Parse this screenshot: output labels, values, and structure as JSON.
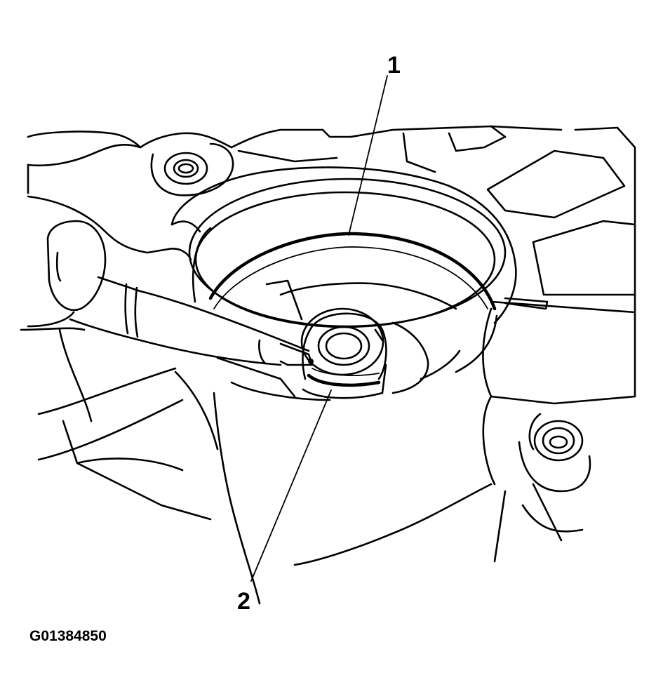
{
  "figure": {
    "callouts": [
      {
        "number": "1"
      },
      {
        "number": "2"
      }
    ],
    "figure_id": "G01384850"
  }
}
